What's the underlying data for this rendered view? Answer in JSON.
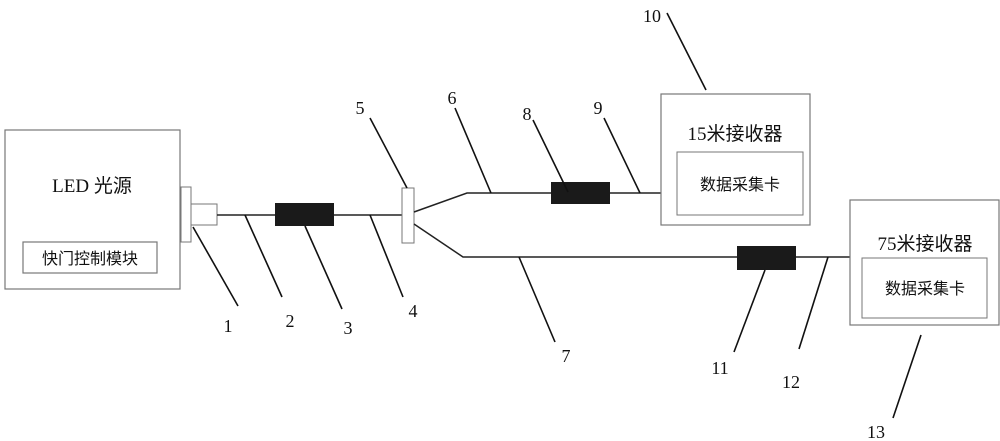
{
  "led_source": {
    "title": "LED 光源",
    "module": "快门控制模块"
  },
  "receiver_15": {
    "title": "15米接收器",
    "card": "数据采集卡"
  },
  "receiver_75": {
    "title": "75米接收器",
    "card": "数据采集卡"
  },
  "callouts": [
    "1",
    "2",
    "3",
    "4",
    "5",
    "6",
    "7",
    "8",
    "9",
    "10",
    "11",
    "12",
    "13"
  ],
  "colors": {
    "line": "#111111",
    "box_border": "#777777",
    "filter": "#1a1a1a"
  }
}
